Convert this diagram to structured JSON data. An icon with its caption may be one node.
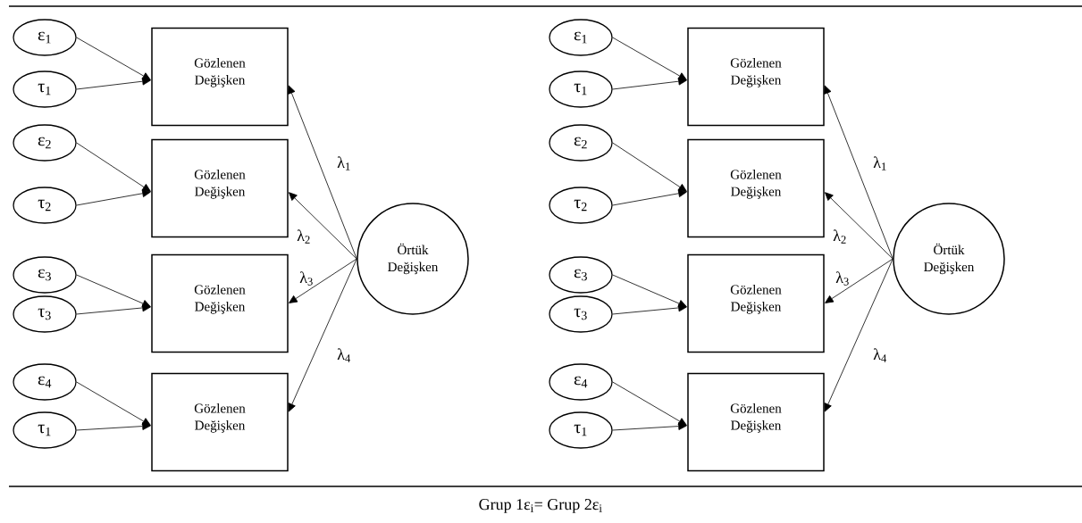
{
  "diagram": {
    "caption": "Grup 1ε$_{i}$= Grup 2ε$_{i}$",
    "nodes": [
      {
        "text": [
          "ε$_{1}$"
        ]
      },
      {
        "text": [
          "τ$_{1}$"
        ]
      },
      {
        "text": [
          "Gözlenen Değişken"
        ]
      },
      {
        "text": [
          "ε$_{2}$"
        ]
      },
      {
        "text": [
          "τ$_{2}$"
        ]
      },
      {
        "text": [
          "Gözlenen Değişken"
        ]
      },
      {
        "text": [
          "ε$_{3}$"
        ]
      },
      {
        "text": [
          "τ$_{3}$"
        ]
      },
      {
        "text": [
          "Gözlenen Değişken"
        ]
      },
      {
        "text": [
          "ε$_{4}$"
        ]
      },
      {
        "text": [
          "τ$_{1}$"
        ]
      },
      {
        "text": [
          "Gözlenen Değişken"
        ]
      },
      {
        "text": [
          "Örtük Değişken"
        ]
      },
      {
        "text": [
          "ε$_{1}$"
        ]
      },
      {
        "text": [
          "τ$_{1}$"
        ]
      },
      {
        "text": [
          "Gözlenen Değişken"
        ]
      },
      {
        "text": [
          "ε$_{2}$"
        ]
      },
      {
        "text": [
          "τ$_{2}$"
        ]
      },
      {
        "text": [
          "Gözlenen Değişken"
        ]
      },
      {
        "text": [
          "ε$_{3}$"
        ]
      },
      {
        "text": [
          "τ$_{3}$"
        ]
      },
      {
        "text": [
          "Gözlenen Değişken"
        ]
      },
      {
        "text": [
          "ε$_{4}$"
        ]
      },
      {
        "text": [
          "τ$_{1}$"
        ]
      },
      {
        "text": [
          "Gözlenen Değişken"
        ]
      },
      {
        "text": [
          "Örtük Değişken"
        ]
      }
    ],
    "edges": [
      {
        "from": 0,
        "to": 2,
        "arrow": "to"
      },
      {
        "from": 1,
        "to": 2,
        "arrow": "to"
      },
      {
        "from": 3,
        "to": 5,
        "arrow": "to"
      },
      {
        "from": 4,
        "to": 5,
        "arrow": "to"
      },
      {
        "from": 6,
        "to": 8,
        "arrow": "to"
      },
      {
        "from": 7,
        "to": 8,
        "arrow": "to"
      },
      {
        "from": 9,
        "to": 11,
        "arrow": "to"
      },
      {
        "from": 10,
        "to": 11,
        "arrow": "to"
      },
      {
        "from": 12,
        "to": 2,
        "arrow": "to",
        "label": "λ$_{1}$"
      },
      {
        "from": 12,
        "to": 5,
        "arrow": "to",
        "label": "λ$_{2}$"
      },
      {
        "from": 12,
        "to": 8,
        "arrow": "to",
        "label": "λ$_{3}$"
      },
      {
        "from": 12,
        "to": 11,
        "arrow": "to",
        "label": "λ$_{4}$"
      },
      {
        "from": 13,
        "to": 15,
        "arrow": "to"
      },
      {
        "from": 14,
        "to": 15,
        "arrow": "to"
      },
      {
        "from": 16,
        "to": 18,
        "arrow": "to"
      },
      {
        "from": 17,
        "to": 18,
        "arrow": "to"
      },
      {
        "from": 19,
        "to": 21,
        "arrow": "to"
      },
      {
        "from": 20,
        "to": 21,
        "arrow": "to"
      },
      {
        "from": 22,
        "to": 24,
        "arrow": "to"
      },
      {
        "from": 23,
        "to": 24,
        "arrow": "to"
      },
      {
        "from": 25,
        "to": 15,
        "arrow": "to",
        "label": "λ$_{1}$"
      },
      {
        "from": 25,
        "to": 18,
        "arrow": "to",
        "label": "λ$_{2}$"
      },
      {
        "from": 25,
        "to": 21,
        "arrow": "to",
        "label": "λ$_{3}$"
      },
      {
        "from": 25,
        "to": 24,
        "arrow": "to",
        "label": "λ$_{4}$"
      }
    ]
  }
}
